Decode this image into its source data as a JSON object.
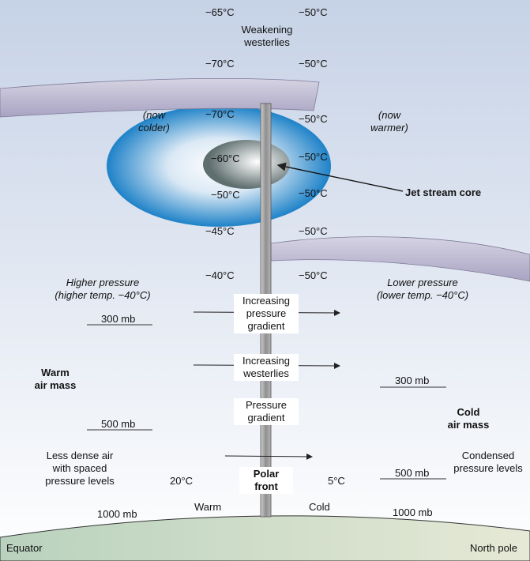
{
  "temps": {
    "left": [
      "−65°C",
      "−70°C",
      "−70°C",
      "−60°C",
      "−50°C",
      "−45°C",
      "−40°C"
    ],
    "right": [
      "−50°C",
      "−50°C",
      "−50°C",
      "−50°C",
      "−50°C",
      "−50°C",
      "−50°C"
    ]
  },
  "labels": {
    "weakening": "Weakening\nwesterlies",
    "now_colder": "(now\ncolder)",
    "now_warmer": "(now\nwarmer)",
    "jet_core": "Jet stream core",
    "higher_pressure": "Higher pressure\n(higher temp. −40°C)",
    "lower_pressure": "Lower pressure\n(lower  temp. −40°C)",
    "inc_gradient": "Increasing\npressure\ngradient",
    "inc_westerlies": "Increasing\nwesterlies",
    "pressure_gradient": "Pressure\ngradient",
    "polar_front": "Polar\nfront",
    "warm_air_mass": "Warm\nair mass",
    "cold_air_mass": "Cold\nair mass",
    "less_dense": "Less dense air\nwith spaced\npressure levels",
    "condensed": "Condensed\npressure levels",
    "mb300_left": "300 mb",
    "mb500_left": "500 mb",
    "mb1000_left": "1000 mb",
    "mb300_right": "300 mb",
    "mb500_right": "500 mb",
    "mb1000_right": "1000 mb",
    "t20": "20°C",
    "t5": "5°C",
    "warm": "Warm",
    "cold": "Cold",
    "equator": "Equator",
    "north_pole": "North pole"
  },
  "colors": {
    "sky_top": "#c6d2e6",
    "sky_bottom": "#ffffff",
    "ground_left": "#b9d2bd",
    "ground_right": "#e6e9d6",
    "jet_outer": "#1e82c8",
    "jet_inner": "#5f6e6e",
    "band": "#a8a3c2",
    "pole": "#8f8f8f"
  }
}
